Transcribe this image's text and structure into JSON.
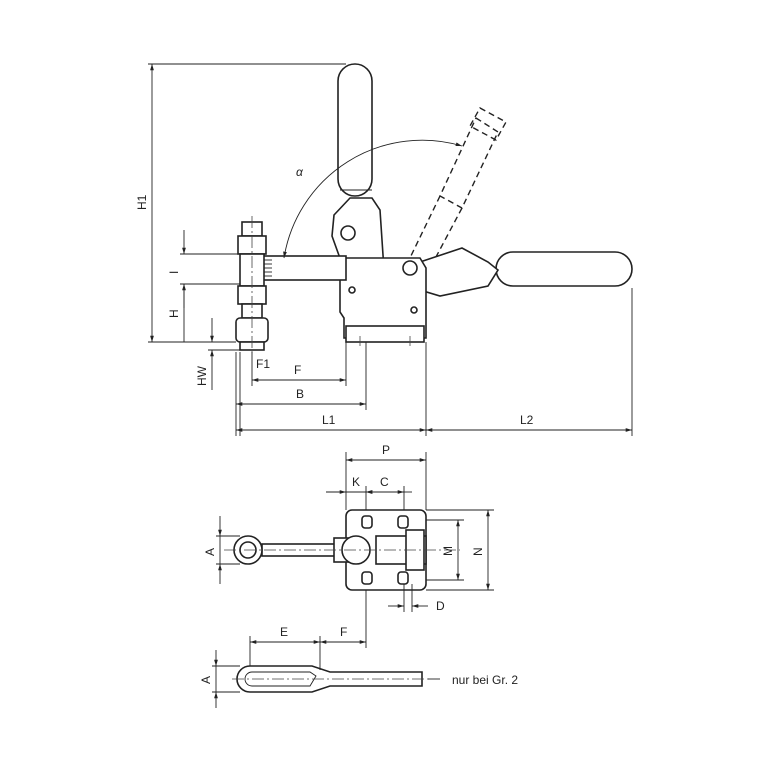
{
  "labels": {
    "H1": "H1",
    "alpha": "α",
    "I": "I",
    "H": "H",
    "HW": "HW",
    "F1": "F1",
    "F": "F",
    "B": "B",
    "L1": "L1",
    "L2": "L2",
    "P": "P",
    "K": "K",
    "C": "C",
    "A": "A",
    "M": "M",
    "N": "N",
    "D": "D",
    "E": "E",
    "F_bottom": "F",
    "A_bottom": "A"
  },
  "note": "nur bei Gr. 2"
}
